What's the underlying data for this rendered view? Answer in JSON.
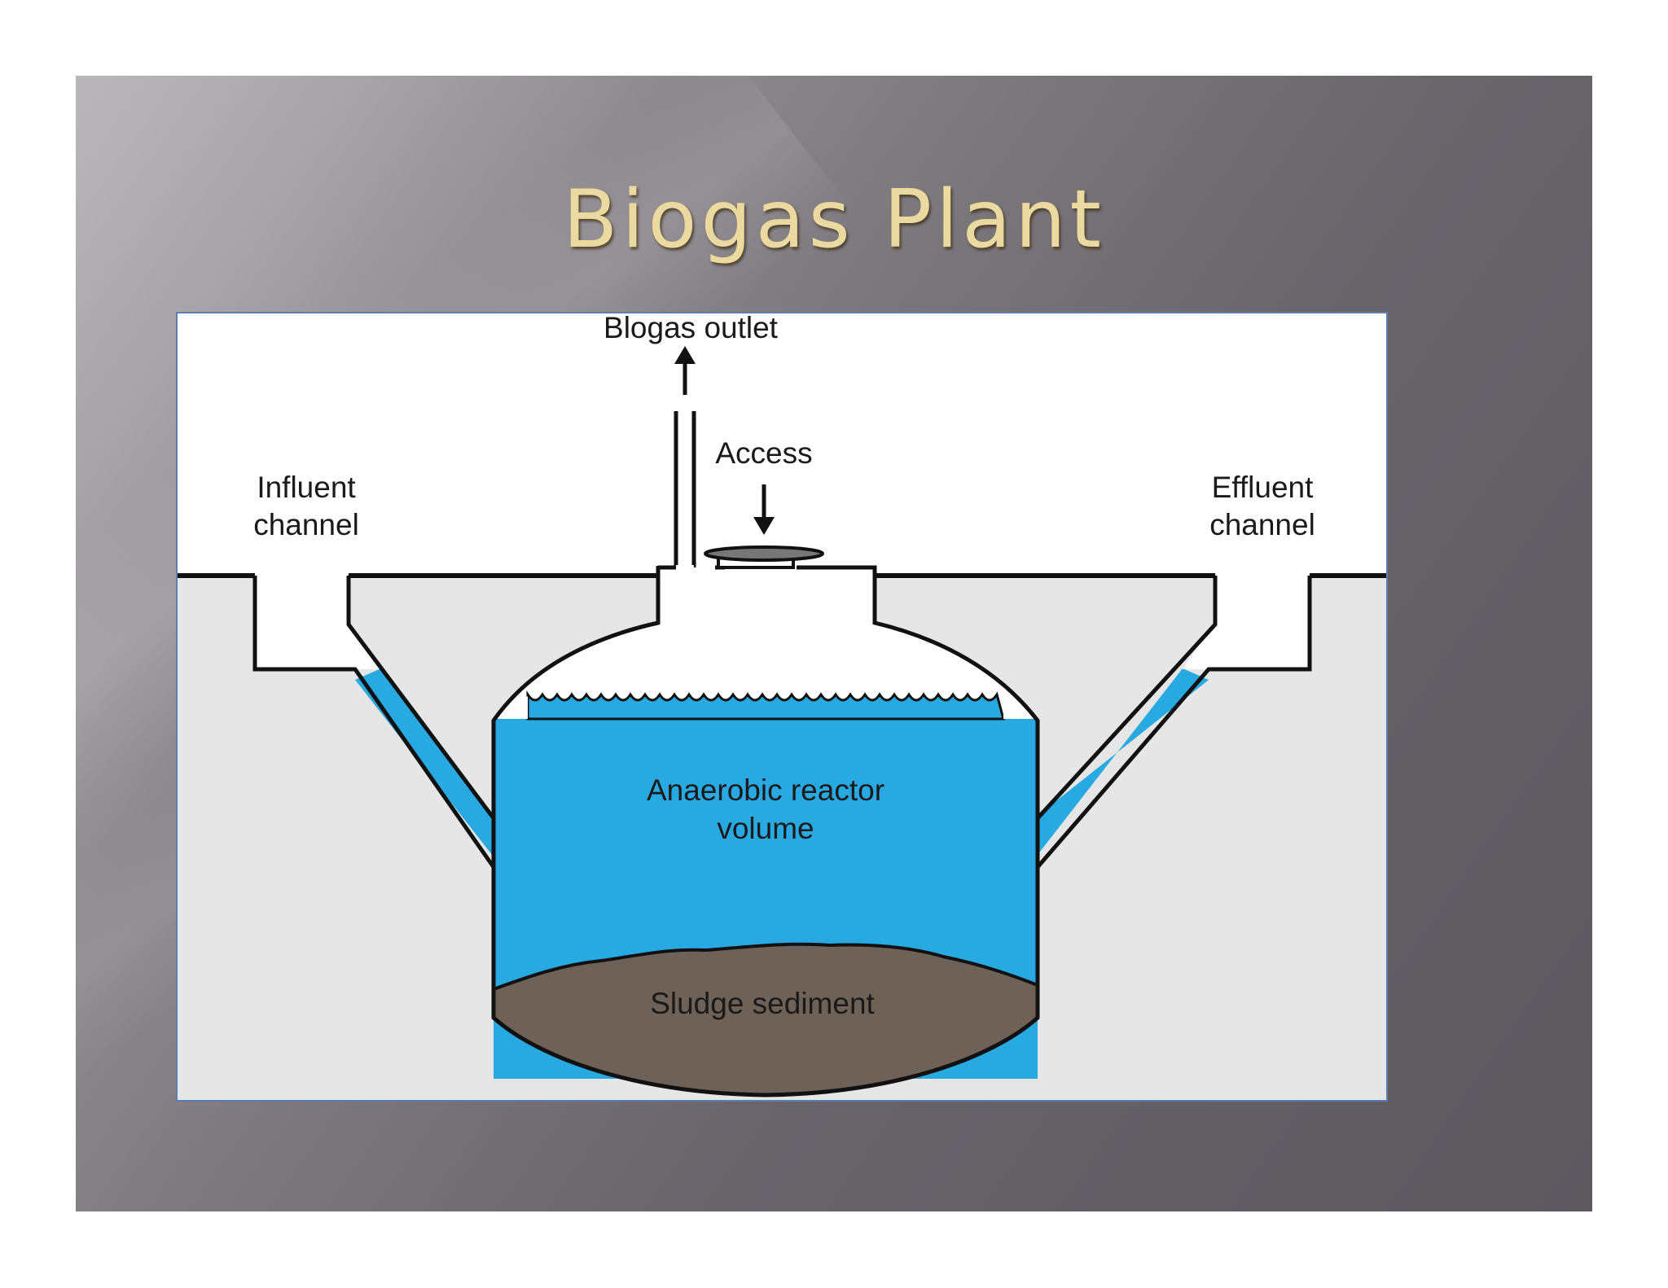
{
  "slide": {
    "title": "Biogas Plant"
  },
  "diagram": {
    "labels": {
      "biogas_outlet": "Blogas outlet",
      "access": "Access",
      "influent_line1": "Influent",
      "influent_line2": "channel",
      "effluent_line1": "Effluent",
      "effluent_line2": "channel",
      "reactor_line1": "Anaerobic reactor",
      "reactor_line2": "volume",
      "sludge": "Sludge sediment"
    },
    "colors": {
      "liquid": "#29a9e1",
      "sludge": "#6e6158",
      "ground": "#e6e6e6",
      "outline": "#111111",
      "slide_title": "#ead9a0"
    }
  }
}
